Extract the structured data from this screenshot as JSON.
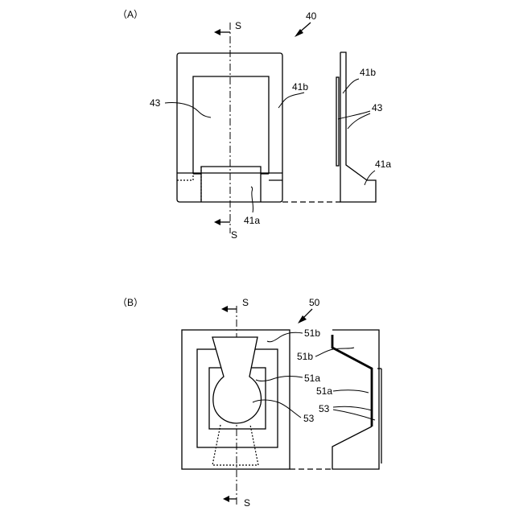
{
  "figure_a": {
    "panel_label": "（A）",
    "ref_number": "40",
    "section_label_top": "S",
    "section_label_bottom": "S",
    "label_43_front": "43",
    "label_41b_front": "41b",
    "label_41a_front": "41a",
    "label_41b_side": "41b",
    "label_43_side": "43",
    "label_41a_side": "41a"
  },
  "figure_b": {
    "panel_label": "（B）",
    "ref_number": "50",
    "section_label_top": "S",
    "section_label_bottom": "S",
    "label_51b_front": "51b",
    "label_51a_front": "51a",
    "label_53_front": "53",
    "label_51b_side": "51b",
    "label_51a_side": "51a",
    "label_53_side": "53"
  }
}
